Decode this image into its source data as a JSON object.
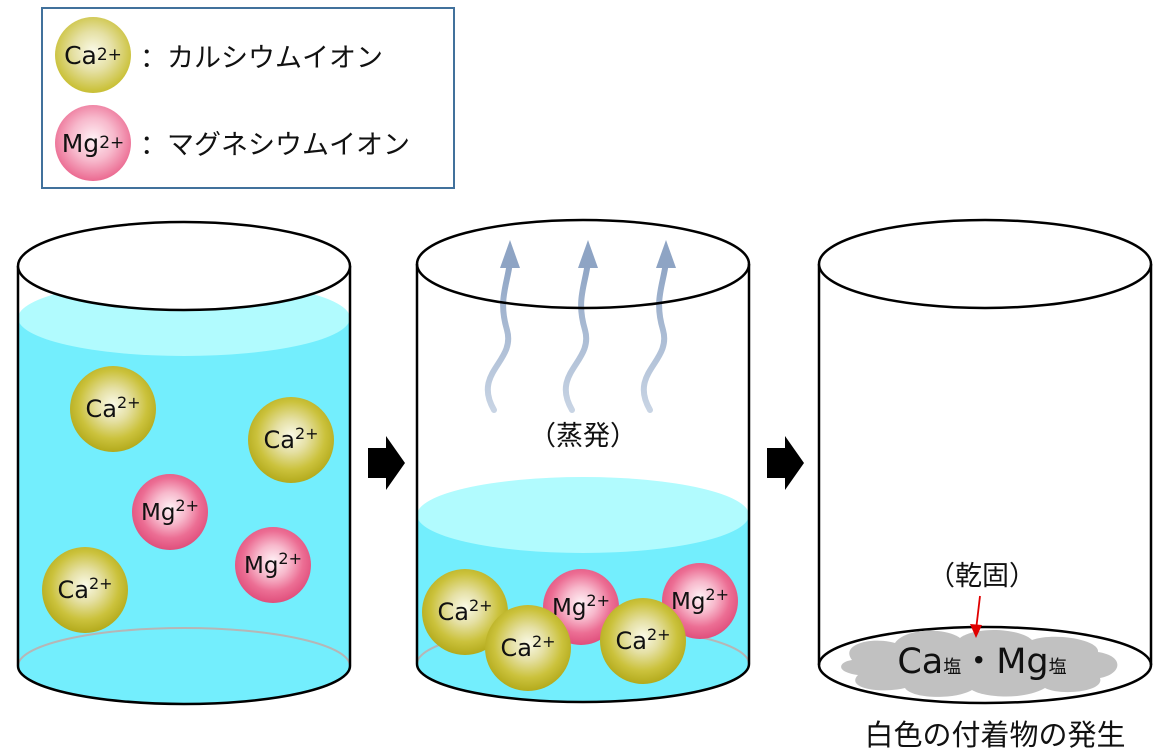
{
  "legend": {
    "items": [
      {
        "ion": "Ca",
        "charge": "2+",
        "name": "：カルシウムイオン",
        "color": "#c9c13a"
      },
      {
        "ion": "Mg",
        "charge": "2+",
        "name": "：マグネシウムイオン",
        "color": "#ec6c92"
      }
    ]
  },
  "ions": {
    "ca_symbol": "Ca",
    "mg_symbol": "Mg",
    "charge": "2+"
  },
  "water_color": "#73eefd",
  "water_surface_color": "#b1fbfe",
  "steps": {
    "evaporation_label": "（蒸発）",
    "dry_label": "（乾固）",
    "deposit_ca": "Ca",
    "deposit_mg": "Mg",
    "deposit_suffix": "塩",
    "deposit_separator": "・",
    "caption": "白色の付着物の発生"
  }
}
